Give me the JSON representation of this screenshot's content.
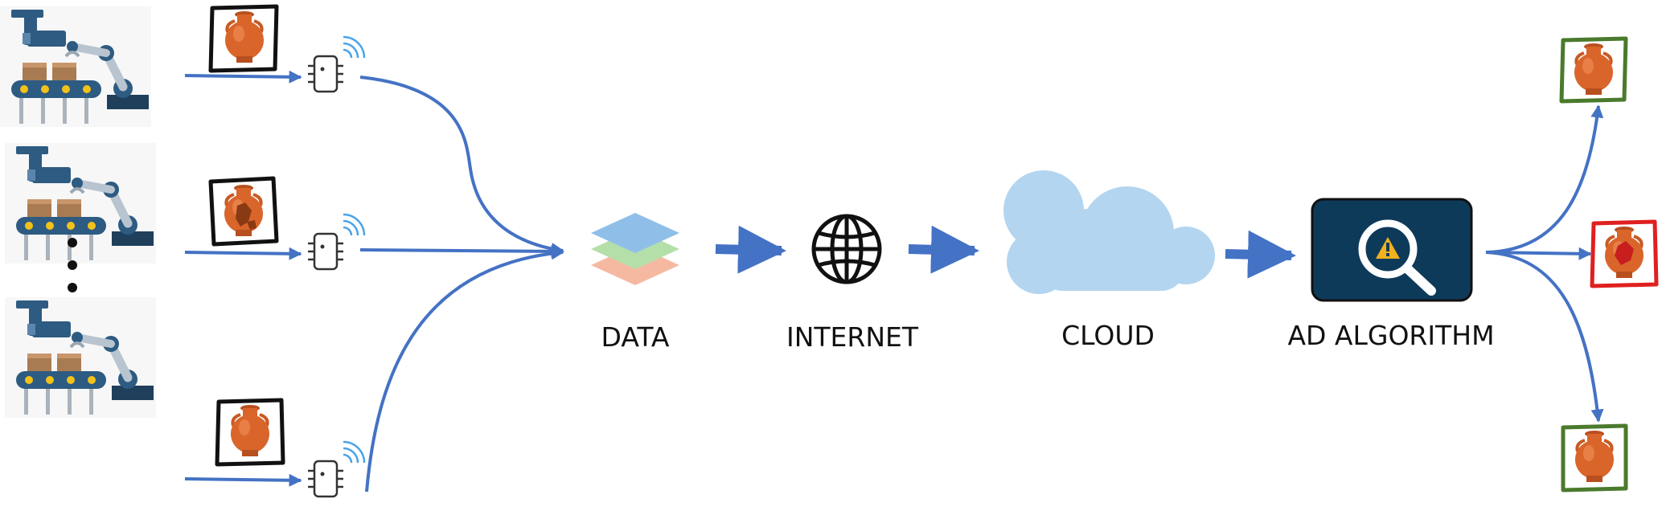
{
  "pipeline": {
    "stages": [
      {
        "id": "data",
        "label": "DATA",
        "icon": "data-layers-icon"
      },
      {
        "id": "internet",
        "label": "INTERNET",
        "icon": "globe-icon"
      },
      {
        "id": "cloud",
        "label": "CLOUD",
        "icon": "cloud-icon"
      },
      {
        "id": "ad",
        "label": "AD ALGORITHM",
        "icon": "magnifier-warning-icon"
      }
    ]
  },
  "production_lines": [
    {
      "icon": "production-line-icon",
      "sample": "vase-icon",
      "sample_state": "normal",
      "sensor": "iot-sensor-icon"
    },
    {
      "icon": "production-line-icon",
      "sample": "damaged-vase-icon",
      "sample_state": "defective",
      "sensor": "iot-sensor-icon"
    },
    {
      "icon": "production-line-icon",
      "sample": "vase-icon",
      "sample_state": "normal",
      "sensor": "iot-sensor-icon"
    }
  ],
  "outputs": [
    {
      "result": "normal",
      "frame_color": "#4a7a2c"
    },
    {
      "result": "anomaly",
      "frame_color": "#e02020"
    },
    {
      "result": "normal",
      "frame_color": "#4a7a2c"
    }
  ],
  "colors": {
    "arrow": "#4472c4",
    "data_top": "#8fbfe9",
    "data_mid": "#b5dfa8",
    "data_bottom": "#f5b9a2",
    "cloud": "#b3d5f0",
    "ad_box": "#0e3a5a",
    "vase": "#d9652b",
    "robot": "#2d5b82",
    "warning": "#f2b01e"
  }
}
